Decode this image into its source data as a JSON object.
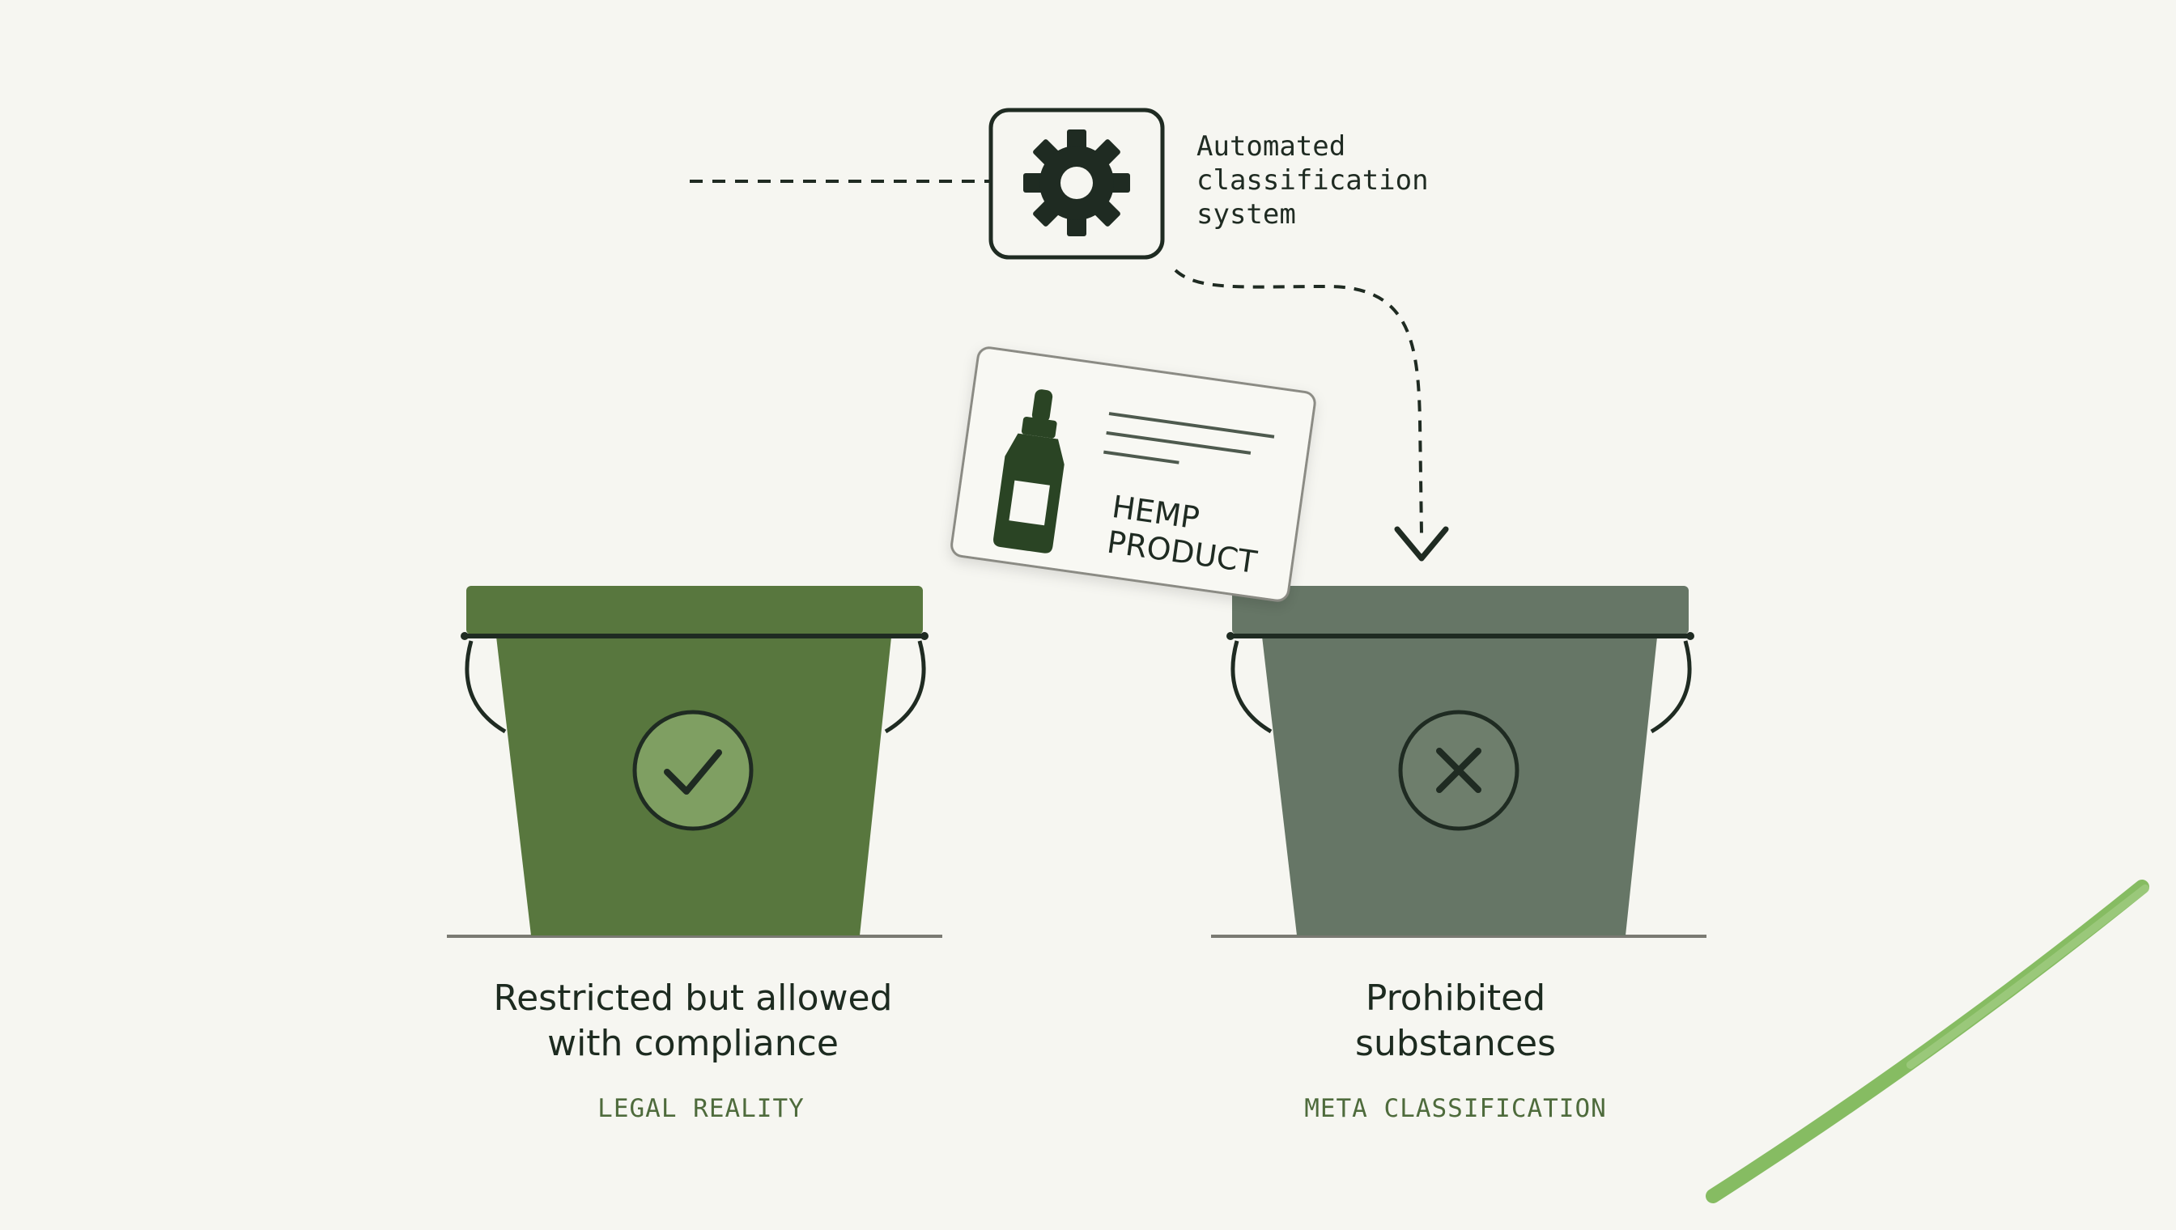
{
  "system": {
    "label": "Automated\nclassification\nsystem",
    "icon": "gear-icon"
  },
  "card": {
    "line1": "HEMP",
    "line2": "PRODUCT",
    "icon": "dropper-bottle-icon"
  },
  "buckets": [
    {
      "title": "Restricted but allowed\nwith compliance",
      "caption": "LEGAL REALITY",
      "status_icon": "checkmark-icon",
      "color": "#58773e"
    },
    {
      "title": "Prohibited\nsubstances",
      "caption": "META CLASSIFICATION",
      "status_icon": "x-mark-icon",
      "color": "#667666"
    }
  ],
  "colors": {
    "background": "#f6f6f1",
    "ink": "#1f2b22",
    "accent_stroke": "#7fb85a"
  }
}
